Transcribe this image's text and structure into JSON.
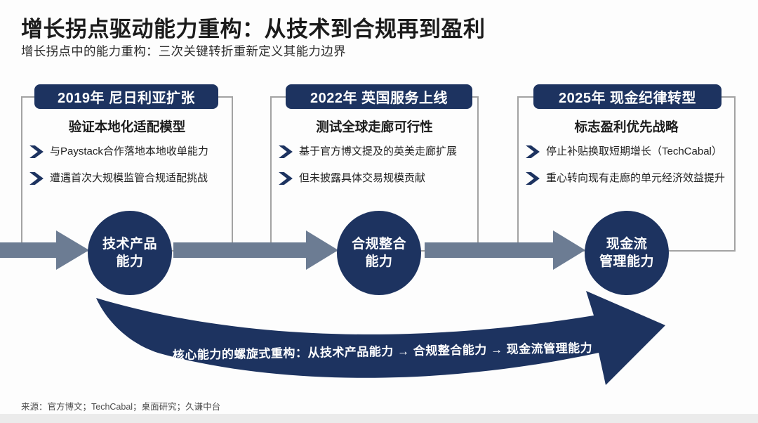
{
  "slide": {
    "title": "增长拐点驱动能力重构：从技术到合规再到盈利",
    "subtitle": "增长拐点中的能力重构：三次关键转折重新定义其能力边界",
    "source": "来源：官方博文；TechCabal；桌面研究；久谦中台"
  },
  "columns": [
    {
      "header": "2019年 尼日利亚扩张",
      "subheader": "验证本地化适配模型",
      "bullets": [
        "与Paystack合作落地本地收单能力",
        "遭遇首次大规模监管合规适配挑战"
      ],
      "capability": "技术产品\n能力"
    },
    {
      "header": "2022年 英国服务上线",
      "subheader": "测试全球走廊可行性",
      "bullets": [
        "基于官方博文提及的英美走廊扩展",
        "但未披露具体交易规模贡献"
      ],
      "capability": "合规整合\n能力"
    },
    {
      "header": "2025年 现金纪律转型",
      "subheader": "标志盈利优先战略",
      "bullets": [
        "停止补贴换取短期增长（TechCabal）",
        "重心转向现有走廊的单元经济效益提升"
      ],
      "capability": "现金流\n管理能力"
    }
  ],
  "flow": {
    "banner": "核心能力的螺旋式重构：从技术产品能力 → 合规整合能力 → 现金流管理能力"
  },
  "colors": {
    "navy": "#1d3360",
    "arrow_gray": "#6c7c93",
    "card_border": "#a3a3a3",
    "bottom_strip": "#ebebeb"
  }
}
